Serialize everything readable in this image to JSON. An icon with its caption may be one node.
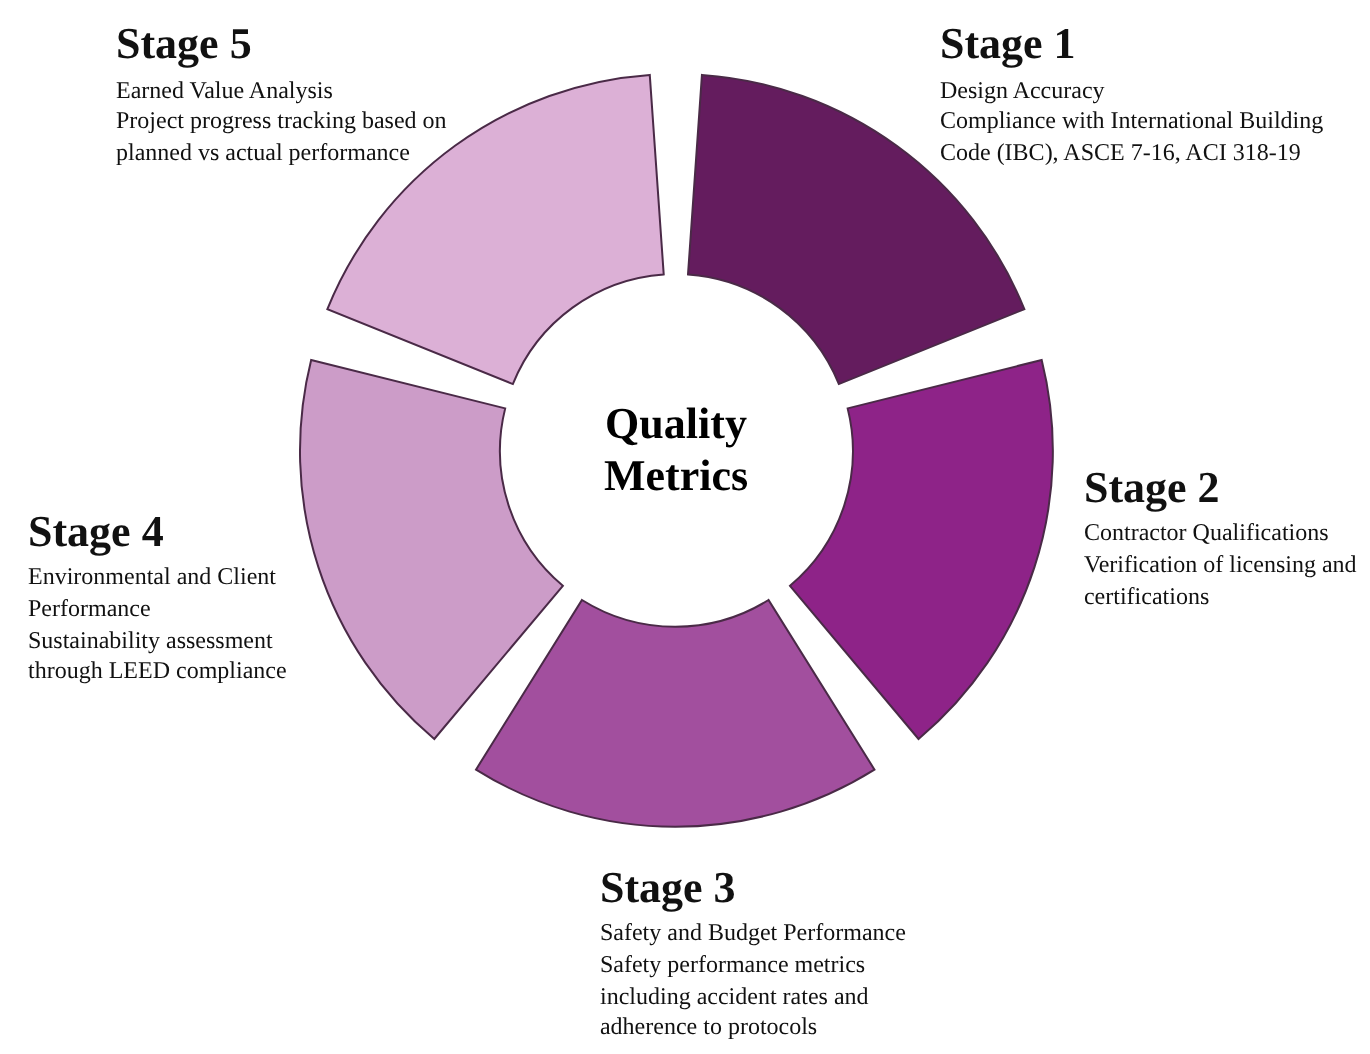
{
  "diagram": {
    "nodes": [
      {
        "text": [
          "Quality Metrics"
        ]
      },
      {
        "text": [
          "Stage 1",
          "Design Accuracy",
          "Compliance with International Building Code (IBC), ASCE 7-16, ACI 318-19"
        ]
      },
      {
        "text": [
          "Stage 2",
          "Contractor Qualifications",
          "Verification of licensing and certifications"
        ]
      },
      {
        "text": [
          "Stage 3",
          "Safety and Budget Performance",
          "Safety performance metrics including accident rates and adherence to protocols"
        ]
      },
      {
        "text": [
          "Stage 4",
          "Environmental and Client Performance",
          "Sustainability assessment through LEED compliance"
        ]
      },
      {
        "text": [
          "Stage 5",
          "Earned Value Analysis",
          "Project progress tracking based on planned vs actual performance"
        ]
      }
    ],
    "edges": []
  }
}
